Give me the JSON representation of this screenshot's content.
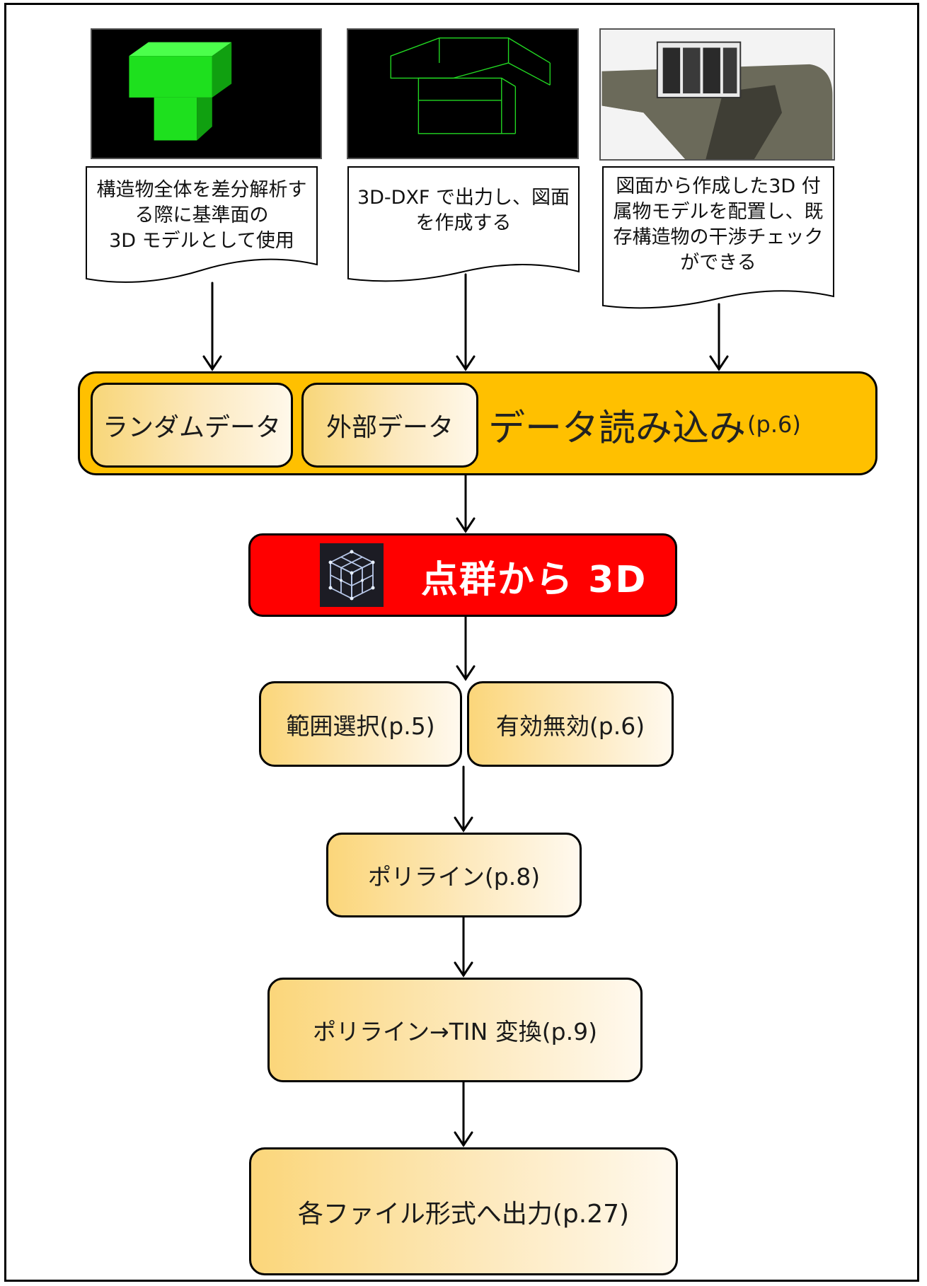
{
  "top_notes": [
    {
      "text": "構造物全体を差分解析す\nる際に基準面の\n3D モデルとして使用"
    },
    {
      "text": "3D-DXF で出力し、図面\nを作成する"
    },
    {
      "text": "図面から作成した3D 付\n属物モデルを配置し、既\n存構造物の干渉チェック\nができる"
    }
  ],
  "data_import": {
    "random_label": "ランダムデータ",
    "external_label": "外部データ",
    "title": "データ読み込み",
    "page_ref": "(p.6)"
  },
  "main_feature": {
    "icon": "point-cloud-cube-icon",
    "title": "点群から 3D"
  },
  "steps": {
    "range_select": "範囲選択(p.5)",
    "enable_disable": "有効無効(p.6)",
    "polyline": "ポリライン(p.8)",
    "polyline_tin": "ポリライン→TIN 変換(p.9)",
    "export": "各ファイル形式へ出力(p.27)"
  },
  "colors": {
    "import_bg": "#ffc000",
    "feature_bg": "#ff0000",
    "step_gradient_start": "#fbd67a",
    "step_gradient_end": "#fff9ee"
  }
}
